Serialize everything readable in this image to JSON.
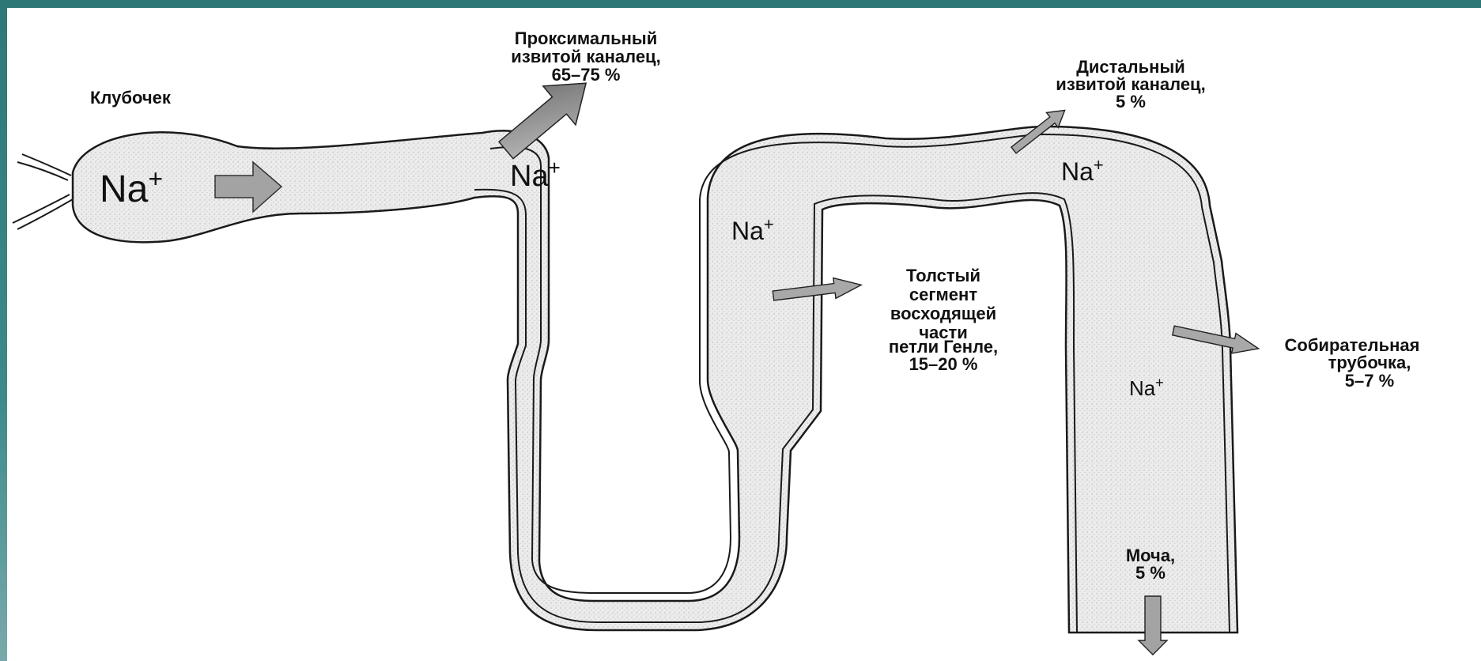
{
  "colors": {
    "frame": "#2e7777",
    "tubule_fill": "#e6e6e6",
    "outline": "#1a1a1a",
    "arrow_fill": "#9a9a9a"
  },
  "labels": {
    "glomerulus": "Клубочек",
    "proximal": [
      "Проксимальный",
      "извитой каналец,",
      "65–75 %"
    ],
    "distal": [
      "Дистальный",
      "извитой каналец,",
      "5 %"
    ],
    "thick_ascending": [
      "Толстый",
      "сегмент",
      "восходящей",
      "части",
      "петли Генле,",
      "15–20 %"
    ],
    "collecting": [
      "Собирательная",
      "трубочка,",
      "5–7 %"
    ],
    "urine": [
      "Моча,",
      "5 %"
    ]
  },
  "ions": {
    "symbol": "Na",
    "charge": "+"
  }
}
